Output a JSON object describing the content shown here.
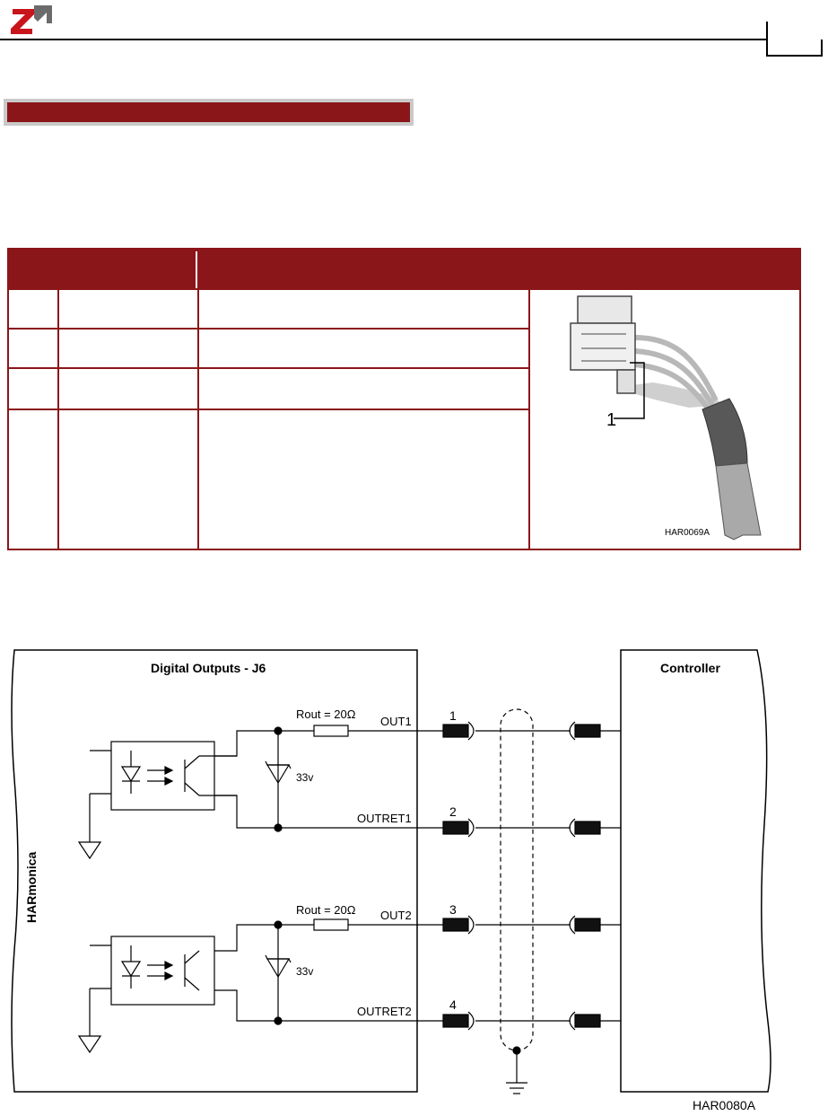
{
  "header": {
    "logo_icon": "company-logo-icon",
    "page_number": ""
  },
  "section": {
    "title": ""
  },
  "table": {
    "header_color": "#8b1619",
    "columns": [
      "",
      ""
    ],
    "rows": [
      {
        "pin": "",
        "signal": "",
        "function": ""
      },
      {
        "pin": "",
        "signal": "",
        "function": ""
      },
      {
        "pin": "",
        "signal": "",
        "function": ""
      },
      {
        "pin": "",
        "signal": "",
        "function": ""
      }
    ],
    "connector_image": {
      "pin_callout": "1",
      "figure_code": "HAR0069A"
    }
  },
  "diagram": {
    "left_panel_title": "Digital Outputs - J6",
    "right_panel_title": "Controller",
    "side_label": "HARmonica",
    "resistor_label_1": "Rout = 20Ω",
    "resistor_label_2": "Rout = 20Ω",
    "zener_label_1": "33v",
    "zener_label_2": "33v",
    "signals": [
      "OUT1",
      "OUTRET1",
      "OUT2",
      "OUTRET2"
    ],
    "pins": [
      "1",
      "2",
      "3",
      "4"
    ],
    "figure_code": "HAR0080A"
  }
}
